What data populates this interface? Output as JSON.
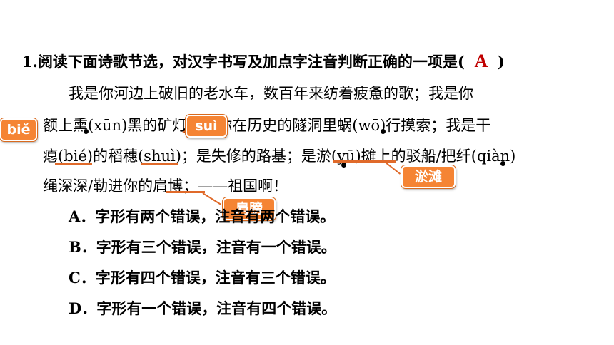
{
  "question": {
    "prefix": "1.",
    "stem_open": "阅读下面诗歌节选，对汉字书写及加点字注音判断正确的一项是(",
    "answer": "A",
    "stem_close": ")"
  },
  "poem": {
    "line1": "我是你河边上破旧的老水车，数百年来纺着疲惫的歌；我是你",
    "line2": "额上熏(xūn)黑的矿灯，照你在历史的隧洞里蜗(wō)行摸索；我是干",
    "line3": "瘪(bié)的稻穗(shuì)；是失修的路基；是淤(yū)摊上的驳船/把纤(qiàn)",
    "line4": "绳深深/勒进你的肩博；——祖国啊！"
  },
  "options": {
    "a": "A．字形有两个错误，注音有两个错误。",
    "b": "B．字形有三个错误，注音有一个错误。",
    "c": "C．字形有四个错误，注音有三个错误。",
    "d": "D．字形有一个错误，注音有四个错误。"
  },
  "corrections": {
    "bie": "biě",
    "sui": "suì",
    "yutan": "淤滩",
    "jianbang": "肩膀"
  },
  "colors": {
    "answer": "#c00000",
    "tag_fill": "#f58434",
    "underline": "#e06a2a"
  }
}
